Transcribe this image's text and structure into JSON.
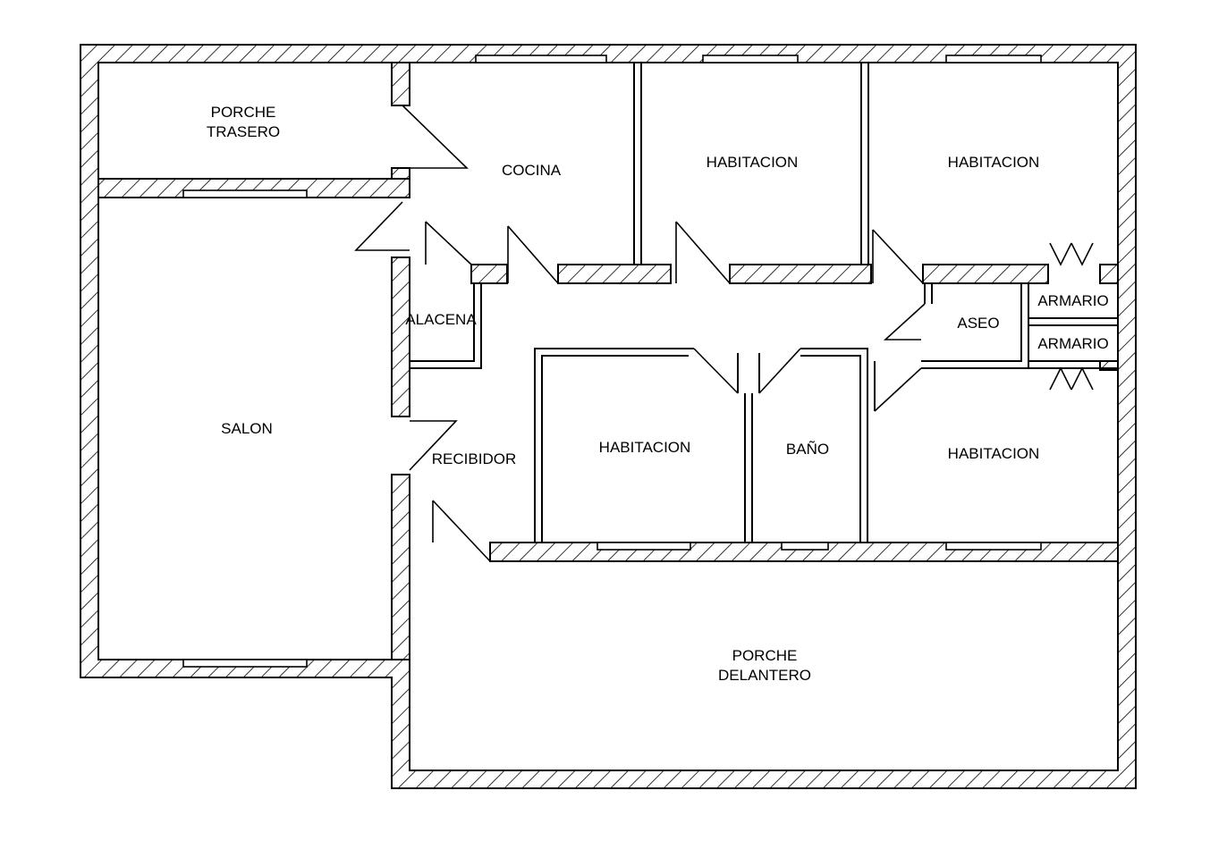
{
  "rooms": {
    "porche_trasero": [
      "PORCHE",
      "TRASERO"
    ],
    "cocina": "COCINA",
    "habitacion_1": "HABITACION",
    "habitacion_2": "HABITACION",
    "alacena": "ALACENA",
    "salon": "SALON",
    "recibidor": "RECIBIDOR",
    "habitacion_3": "HABITACION",
    "bano": "BAÑO",
    "aseo": "ASEO",
    "armario_1": "ARMARIO",
    "armario_2": "ARMARIO",
    "habitacion_4": "HABITACION",
    "porche_delantero": [
      "PORCHE",
      "DELANTERO"
    ]
  },
  "colors": {
    "line": "#000000",
    "background": "#ffffff"
  }
}
